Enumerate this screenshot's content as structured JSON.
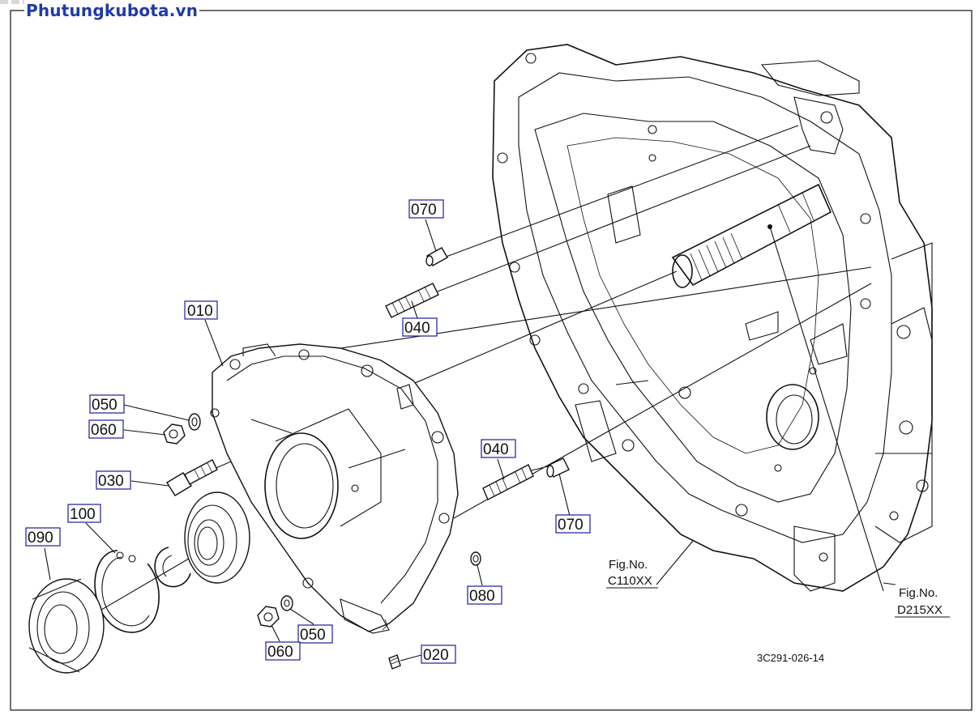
{
  "watermark": "Phutungkubota.vn",
  "diagram_code": "3C291-026-14",
  "callouts": {
    "c010": "010",
    "c020": "020",
    "c030": "030",
    "c040a": "040",
    "c040b": "040",
    "c050a": "050",
    "c050b": "050",
    "c060a": "060",
    "c060b": "060",
    "c070a": "070",
    "c070b": "070",
    "c080": "080",
    "c090": "090",
    "c100": "100"
  },
  "fig_refs": {
    "c110_label": "Fig.No.",
    "c110_code": "C110XX",
    "d215_label": "Fig.No.",
    "d215_code": "D215XX"
  }
}
